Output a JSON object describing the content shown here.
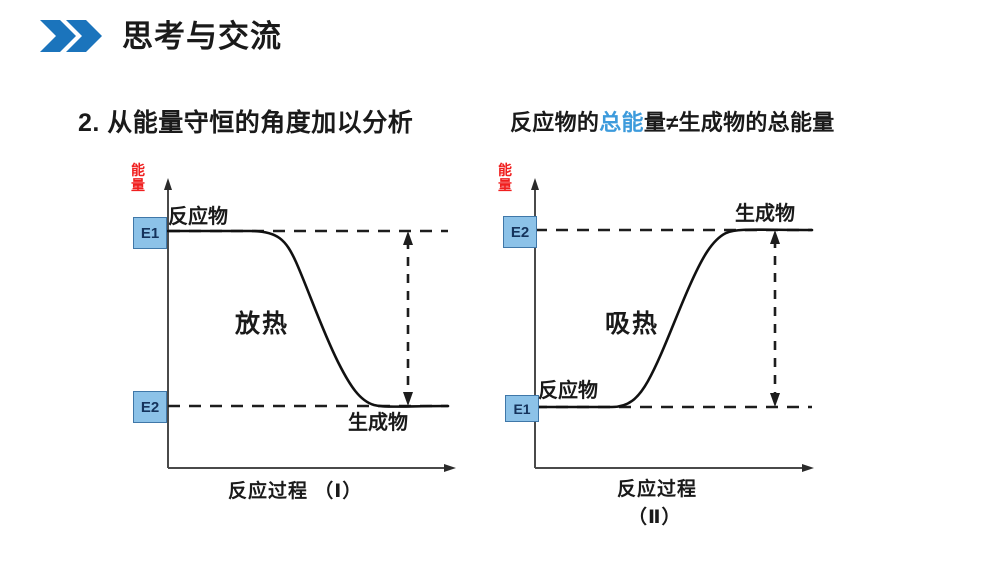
{
  "header": {
    "title": "思考与交流",
    "chevron_color": "#1b74bc",
    "icon": "double-chevron-right-icon"
  },
  "subheadings": {
    "left": "2. 从能量守恒的角度加以分析",
    "right": {
      "part1": "反应物的",
      "highlight": "总能",
      "part2": "量≠生成物的总能量",
      "highlight_color": "#3d9bdc"
    }
  },
  "charts": [
    {
      "id": "exothermic",
      "y_axis_label": "能量",
      "y_axis_label_color": "#f01f1f",
      "x_axis_label": "反应过程 （Ⅰ）",
      "x_axis_label_lines": [
        "反应过程 （Ⅰ）"
      ],
      "upper_level_tag": "E1",
      "lower_level_tag": "E2",
      "upper_level_name": "反应物",
      "lower_level_name": "生成物",
      "process_label": "放热",
      "tag_box_fill": "#8cc2e8",
      "tag_box_border": "#3f77a8"
    },
    {
      "id": "endothermic",
      "y_axis_label": "能量",
      "y_axis_label_color": "#f01f1f",
      "x_axis_label": "反应过程 （Ⅱ）",
      "x_axis_label_lines": [
        "反应过程",
        "（Ⅱ）"
      ],
      "upper_level_tag": "E2",
      "lower_level_tag": "E1",
      "upper_level_name": "生成物",
      "lower_level_name": "反应物",
      "process_label": "吸热",
      "tag_box_fill": "#8cc2e8",
      "tag_box_border": "#3f77a8"
    }
  ],
  "chart_data": {
    "type": "line",
    "title": "反应物的总能量≠生成物的总能量",
    "panels": [
      {
        "name": "反应过程 （Ⅰ）",
        "subtitle": "放热",
        "xlabel": "反应过程 （Ⅰ）",
        "ylabel": "能量",
        "xlim": [
          0,
          100
        ],
        "ylim": [
          0,
          100
        ],
        "grid": false,
        "legend": "none",
        "levels": [
          {
            "tag": "E1",
            "label": "反应物",
            "y": 78
          },
          {
            "tag": "E2",
            "label": "生成物",
            "y": 22
          }
        ],
        "series": [
          {
            "name": "energy-profile",
            "x": [
              0,
              10,
              20,
              28,
              34,
              40,
              46,
              52,
              58,
              64,
              70,
              80,
              90,
              100
            ],
            "y": [
              78,
              78,
              78,
              77,
              74,
              67,
              56,
              43,
              32,
              26,
              23,
              22,
              22,
              22
            ]
          }
        ],
        "annotations": [
          {
            "type": "double-arrow",
            "x": 74,
            "y_from": 78,
            "y_to": 22,
            "meaning": "ΔE = E1 - E2 (放热)"
          },
          {
            "type": "dashed-level",
            "y": 78
          },
          {
            "type": "dashed-level",
            "y": 22
          }
        ]
      },
      {
        "name": "反应过程 （Ⅱ）",
        "subtitle": "吸热",
        "xlabel": "反应过程 （Ⅱ）",
        "ylabel": "能量",
        "xlim": [
          0,
          100
        ],
        "ylim": [
          0,
          100
        ],
        "grid": false,
        "legend": "none",
        "levels": [
          {
            "tag": "E2",
            "label": "生成物",
            "y": 78
          },
          {
            "tag": "E1",
            "label": "反应物",
            "y": 22
          }
        ],
        "series": [
          {
            "name": "energy-profile",
            "x": [
              0,
              10,
              20,
              28,
              34,
              40,
              46,
              52,
              58,
              64,
              70,
              80,
              90,
              100
            ],
            "y": [
              22,
              22,
              22,
              23,
              26,
              33,
              44,
              57,
              68,
              74,
              77,
              78,
              78,
              78
            ]
          }
        ],
        "annotations": [
          {
            "type": "double-arrow",
            "x": 74,
            "y_from": 78,
            "y_to": 22,
            "meaning": "ΔE = E2 - E1 (吸热)"
          },
          {
            "type": "dashed-level",
            "y": 78
          },
          {
            "type": "dashed-level",
            "y": 22
          }
        ]
      }
    ]
  }
}
